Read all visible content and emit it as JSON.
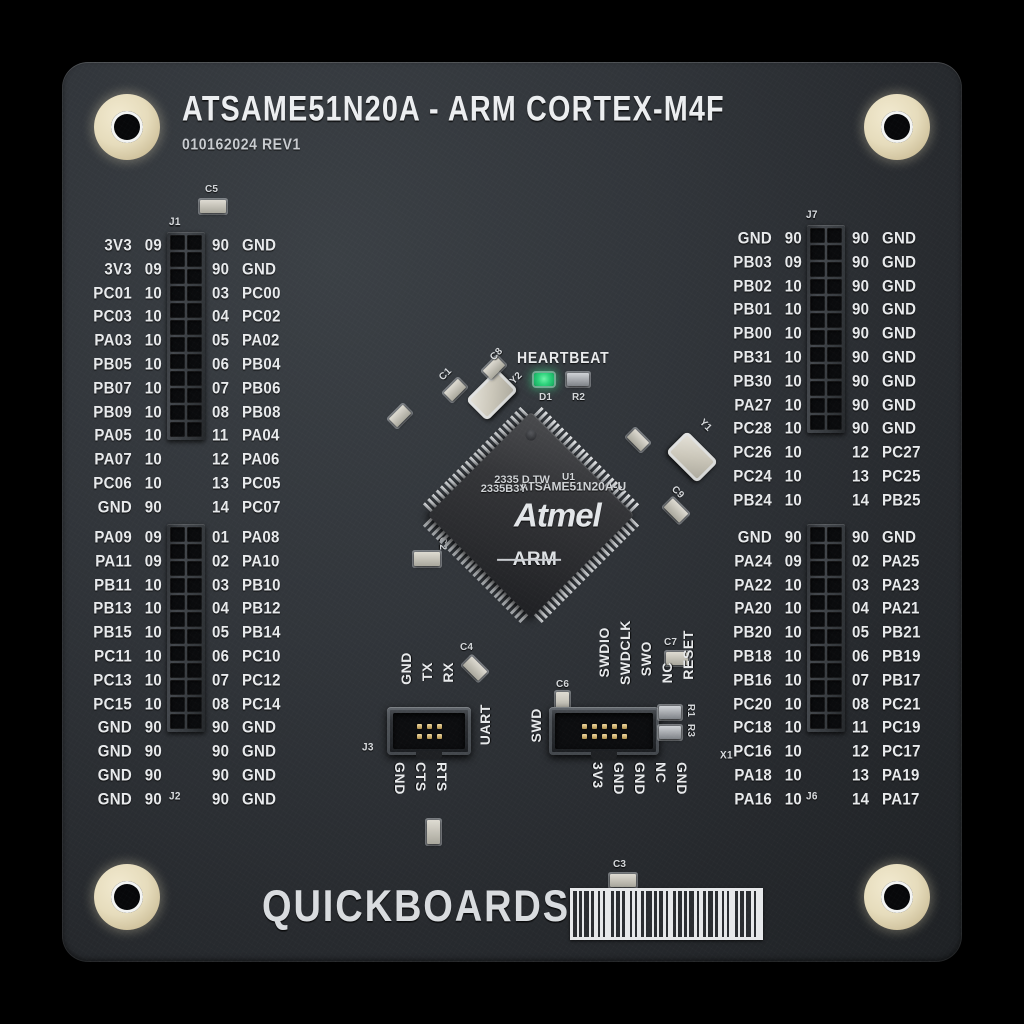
{
  "board": {
    "title": "ATSAME51N20A - ARM CORTEX-M4F",
    "subtitle": "010162024 REV1",
    "brand": "QUICKBOARDS",
    "soldermask_color": "#31353a",
    "silkscreen_color": "#e9eaec",
    "pad_color": "#e6dcbc"
  },
  "mcu": {
    "refdes": "U1",
    "logo": "Atmel",
    "part_number": "ATSAME51N20A-U",
    "date_code": "2335 D TW",
    "lot_code": "2335B3Y",
    "architecture": "ARM"
  },
  "heartbeat": {
    "label": "HEARTBEAT",
    "led_refdes": "D1",
    "resistor_refdes": "R2",
    "led_color": "#2fd47d"
  },
  "headers": [
    {
      "refdes": "J1",
      "position": "top-left",
      "rows": [
        {
          "left_net": "3V3",
          "left_num": "09",
          "right_num": "90",
          "right_net": "GND"
        },
        {
          "left_net": "3V3",
          "left_num": "09",
          "right_num": "90",
          "right_net": "GND"
        },
        {
          "left_net": "PC01",
          "left_num": "10",
          "right_num": "03",
          "right_net": "PC00"
        },
        {
          "left_net": "PC03",
          "left_num": "10",
          "right_num": "04",
          "right_net": "PC02"
        },
        {
          "left_net": "PA03",
          "left_num": "10",
          "right_num": "05",
          "right_net": "PA02"
        },
        {
          "left_net": "PB05",
          "left_num": "10",
          "right_num": "06",
          "right_net": "PB04"
        },
        {
          "left_net": "PB07",
          "left_num": "10",
          "right_num": "07",
          "right_net": "PB06"
        },
        {
          "left_net": "PB09",
          "left_num": "10",
          "right_num": "08",
          "right_net": "PB08"
        },
        {
          "left_net": "PA05",
          "left_num": "10",
          "right_num": "11",
          "right_net": "PA04"
        },
        {
          "left_net": "PA07",
          "left_num": "10",
          "right_num": "12",
          "right_net": "PA06"
        },
        {
          "left_net": "PC06",
          "left_num": "10",
          "right_num": "13",
          "right_net": "PC05"
        },
        {
          "left_net": "GND",
          "left_num": "90",
          "right_num": "14",
          "right_net": "PC07"
        }
      ]
    },
    {
      "refdes": "J2",
      "position": "bottom-left",
      "rows": [
        {
          "left_net": "PA09",
          "left_num": "09",
          "right_num": "01",
          "right_net": "PA08"
        },
        {
          "left_net": "PA11",
          "left_num": "09",
          "right_num": "02",
          "right_net": "PA10"
        },
        {
          "left_net": "PB11",
          "left_num": "10",
          "right_num": "03",
          "right_net": "PB10"
        },
        {
          "left_net": "PB13",
          "left_num": "10",
          "right_num": "04",
          "right_net": "PB12"
        },
        {
          "left_net": "PB15",
          "left_num": "10",
          "right_num": "05",
          "right_net": "PB14"
        },
        {
          "left_net": "PC11",
          "left_num": "10",
          "right_num": "06",
          "right_net": "PC10"
        },
        {
          "left_net": "PC13",
          "left_num": "10",
          "right_num": "07",
          "right_net": "PC12"
        },
        {
          "left_net": "PC15",
          "left_num": "10",
          "right_num": "08",
          "right_net": "PC14"
        },
        {
          "left_net": "GND",
          "left_num": "90",
          "right_num": "90",
          "right_net": "GND"
        },
        {
          "left_net": "GND",
          "left_num": "90",
          "right_num": "90",
          "right_net": "GND"
        },
        {
          "left_net": "GND",
          "left_num": "90",
          "right_num": "90",
          "right_net": "GND"
        },
        {
          "left_net": "GND",
          "left_num": "90",
          "right_num": "90",
          "right_net": "GND"
        }
      ]
    },
    {
      "refdes": "J7",
      "position": "top-right",
      "rows": [
        {
          "left_net": "GND",
          "left_num": "90",
          "right_num": "90",
          "right_net": "GND"
        },
        {
          "left_net": "PB03",
          "left_num": "09",
          "right_num": "90",
          "right_net": "GND"
        },
        {
          "left_net": "PB02",
          "left_num": "10",
          "right_num": "90",
          "right_net": "GND"
        },
        {
          "left_net": "PB01",
          "left_num": "10",
          "right_num": "90",
          "right_net": "GND"
        },
        {
          "left_net": "PB00",
          "left_num": "10",
          "right_num": "90",
          "right_net": "GND"
        },
        {
          "left_net": "PB31",
          "left_num": "10",
          "right_num": "90",
          "right_net": "GND"
        },
        {
          "left_net": "PB30",
          "left_num": "10",
          "right_num": "90",
          "right_net": "GND"
        },
        {
          "left_net": "PA27",
          "left_num": "10",
          "right_num": "90",
          "right_net": "GND"
        },
        {
          "left_net": "PC28",
          "left_num": "10",
          "right_num": "90",
          "right_net": "GND"
        },
        {
          "left_net": "PC26",
          "left_num": "10",
          "right_num": "12",
          "right_net": "PC27"
        },
        {
          "left_net": "PC24",
          "left_num": "10",
          "right_num": "13",
          "right_net": "PC25"
        },
        {
          "left_net": "PB24",
          "left_num": "10",
          "right_num": "14",
          "right_net": "PB25"
        }
      ]
    },
    {
      "refdes": "J6",
      "position": "bottom-right",
      "rows": [
        {
          "left_net": "GND",
          "left_num": "90",
          "right_num": "90",
          "right_net": "GND"
        },
        {
          "left_net": "PA24",
          "left_num": "09",
          "right_num": "02",
          "right_net": "PA25"
        },
        {
          "left_net": "PA22",
          "left_num": "10",
          "right_num": "03",
          "right_net": "PA23"
        },
        {
          "left_net": "PA20",
          "left_num": "10",
          "right_num": "04",
          "right_net": "PA21"
        },
        {
          "left_net": "PB20",
          "left_num": "10",
          "right_num": "05",
          "right_net": "PB21"
        },
        {
          "left_net": "PB18",
          "left_num": "10",
          "right_num": "06",
          "right_net": "PB19"
        },
        {
          "left_net": "PB16",
          "left_num": "10",
          "right_num": "07",
          "right_net": "PB17"
        },
        {
          "left_net": "PC20",
          "left_num": "10",
          "right_num": "08",
          "right_net": "PC21"
        },
        {
          "left_net": "PC18",
          "left_num": "10",
          "right_num": "11",
          "right_net": "PC19"
        },
        {
          "left_net": "PC16",
          "left_num": "10",
          "right_num": "12",
          "right_net": "PC17"
        },
        {
          "left_net": "PA18",
          "left_num": "10",
          "right_num": "13",
          "right_net": "PA19"
        },
        {
          "left_net": "PA16",
          "left_num": "10",
          "right_num": "14",
          "right_net": "PA17"
        }
      ]
    }
  ],
  "uart": {
    "label": "UART",
    "refdes": "J3",
    "top_pins": [
      "GND",
      "TX",
      "RX"
    ],
    "bottom_pins": [
      "GND",
      "CTS",
      "RTS"
    ]
  },
  "swd": {
    "label": "SWD",
    "refdes": "X1",
    "top_pins": [
      "SWDIO",
      "SWDCLK",
      "SWO",
      "NC",
      "RESET"
    ],
    "bottom_pins": [
      "3V3",
      "GND",
      "GND",
      "NC",
      "GND"
    ],
    "resistors": [
      "R1",
      "R3"
    ]
  },
  "components": [
    {
      "refdes": "C1"
    },
    {
      "refdes": "C2"
    },
    {
      "refdes": "C3"
    },
    {
      "refdes": "C4"
    },
    {
      "refdes": "C5"
    },
    {
      "refdes": "C6"
    },
    {
      "refdes": "C7"
    },
    {
      "refdes": "C8"
    },
    {
      "refdes": "C9"
    },
    {
      "refdes": "Y1"
    },
    {
      "refdes": "Y2"
    }
  ]
}
